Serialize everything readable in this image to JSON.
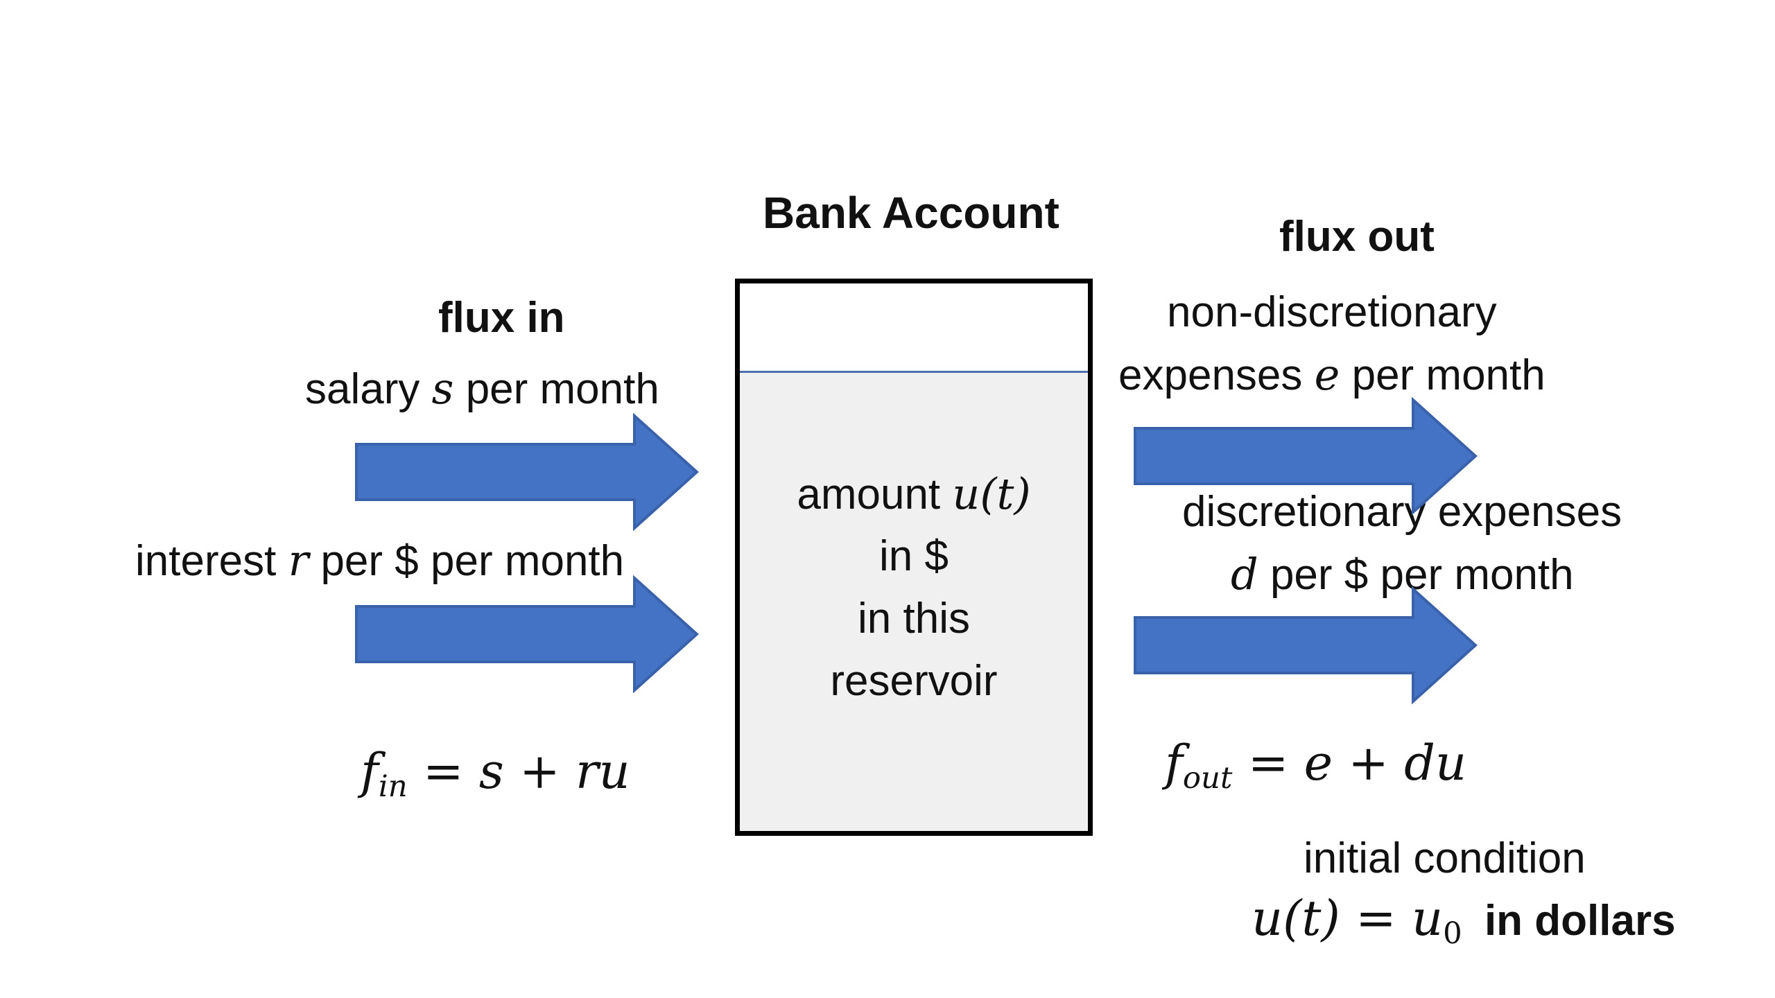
{
  "diagram": {
    "title": "Bank Account",
    "reservoir": {
      "line1_text": "amount",
      "line1_var": "u(t)",
      "line2": "in $",
      "line3": "in this",
      "line4": "reservoir"
    },
    "flux_in": {
      "heading": "flux in",
      "salary": {
        "pre": "salary",
        "var": "s",
        "post": "per month"
      },
      "interest": {
        "pre": "interest",
        "var": "r",
        "post": "per $ per month"
      },
      "formula": {
        "lhs": "f",
        "sub": "in",
        "rhs": "= s + ru"
      }
    },
    "flux_out": {
      "heading": "flux out",
      "nondisc_line1": "non-discretionary",
      "nondisc_line2": {
        "pre": "expenses",
        "var": "e",
        "post": "per month"
      },
      "disc_line1": "discretionary expenses",
      "disc_line2": {
        "var": "d",
        "post": "per $ per month"
      },
      "formula": {
        "lhs": "f",
        "sub": "out",
        "rhs": "= e + du"
      }
    },
    "initial_condition": {
      "line1": "initial condition",
      "formula": "u(t) = u",
      "sub": "0",
      "suffix": "in dollars"
    },
    "colors": {
      "arrow_fill": "#4472C4",
      "arrow_stroke": "#3a62ab",
      "reservoir_fill": "#f0f0f0",
      "reservoir_border": "#000000",
      "water_line": "#4a6fb0"
    }
  }
}
